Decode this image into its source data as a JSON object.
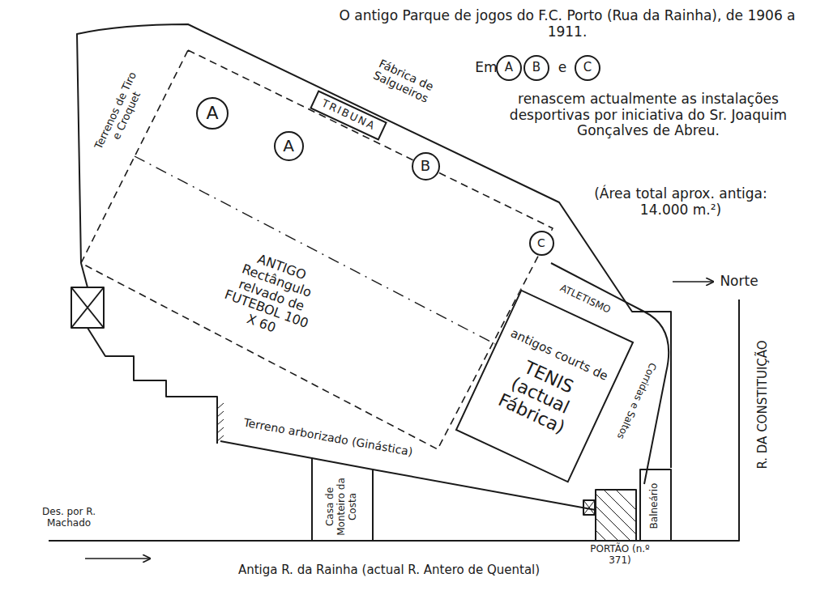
{
  "diagram": {
    "title": "O antigo Parque de jogos do F.C. Porto (Rua da Rainha), de 1906 a 1911.",
    "nodes": [
      {
        "text": [
          "A"
        ]
      },
      {
        "text": [
          "B"
        ]
      },
      {
        "text": [
          "C"
        ]
      },
      {
        "text": [
          "A"
        ]
      },
      {
        "text": [
          "TRIBUNA"
        ]
      },
      {
        "text": [
          "A"
        ]
      },
      {
        "text": [
          "B"
        ]
      },
      {
        "text": [
          "C"
        ]
      },
      {
        "text": [
          "antigos courts de",
          "TENIS (actual Fábrica)"
        ]
      }
    ],
    "labels": [
      "Em",
      "e",
      "renascem actualmente as instalações desportivas por iniciativa do Sr. Joaquim Gonçalves de Abreu.",
      "Terrenos de Tiro e Croquet",
      "Fábrica de Salgueiros",
      "ANTIGO Rectângulo relvado de FUTEBOL 100 X 60",
      "(Área total aprox. antiga: 14.000 m.²)",
      "Norte",
      "R. DA CONSTITUIÇÃO",
      "ATLETISMO",
      "Corridas e Saltos",
      "Terreno arborizado (Ginástica)",
      "Casa de Monteiro da Costa",
      "PORTÃO (n.º 371)",
      "Balneário",
      "Des. por R. Machado",
      "Antiga R. da Rainha (actual R. Antero de Quental)"
    ]
  }
}
